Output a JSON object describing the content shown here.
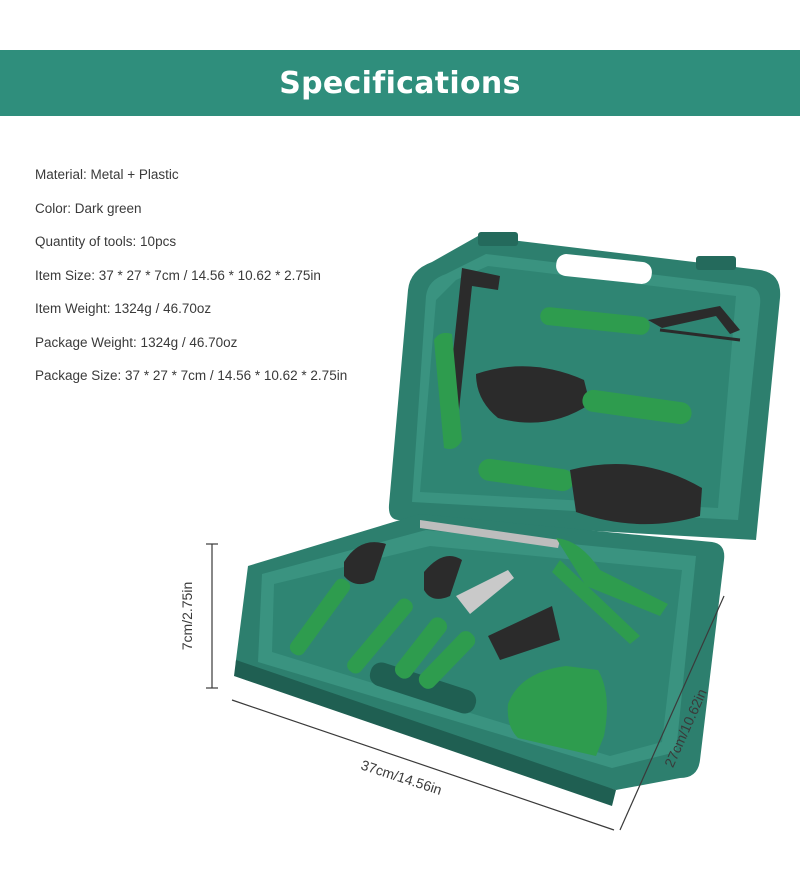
{
  "banner": {
    "title": "Specifications"
  },
  "specs": [
    "Material: Metal + Plastic",
    "Color: Dark green",
    "Quantity of tools: 10pcs",
    "Item Size: 37 * 27 * 7cm / 14.56 * 10.62 * 2.75in",
    "Item Weight: 1324g / 46.70oz",
    "Package Weight: 1324g / 46.70oz",
    "Package Size: 37 * 27 * 7cm / 14.56 * 10.62 * 2.75in"
  ],
  "dimensions": {
    "height": "7cm/2.75in",
    "width": "37cm/14.56in",
    "depth": "27cm/10.62in"
  },
  "colors": {
    "banner": "#2f8e7c",
    "case": "#2d7f6e",
    "case_dark": "#1f5f52",
    "tool_green": "#2e9c4e",
    "blade": "#2b2b2b"
  }
}
